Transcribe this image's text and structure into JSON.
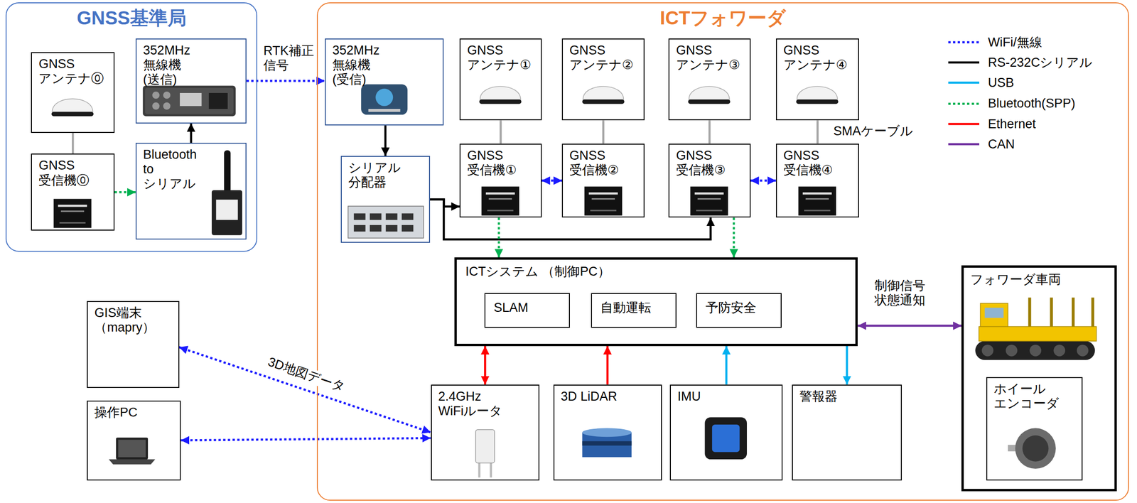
{
  "diagram": {
    "nodes": [
      {
        "text": [
          "GNSS基準局"
        ]
      },
      {
        "text": [
          "GNSS アンテナ⓪"
        ],
        "in": 0
      },
      {
        "text": [
          "352MHz 無線機(送信)"
        ],
        "in": 0
      },
      {
        "text": [
          "GNSS 受信機⓪"
        ],
        "in": 0
      },
      {
        "text": [
          "Bluetooth to シリアル"
        ],
        "in": 0
      },
      {
        "text": [
          "ICTフォワーダ"
        ]
      },
      {
        "text": [
          "352MHz 無線機(受信)"
        ],
        "in": 5
      },
      {
        "text": [
          "シリアル 分配器"
        ],
        "in": 5
      },
      {
        "text": [
          "GNSS アンテナ①"
        ],
        "in": 5
      },
      {
        "text": [
          "GNSS アンテナ②"
        ],
        "in": 5
      },
      {
        "text": [
          "GNSS アンテナ③"
        ],
        "in": 5
      },
      {
        "text": [
          "GNSS アンテナ④"
        ],
        "in": 5
      },
      {
        "text": [
          "GNSS 受信機①"
        ],
        "in": 5
      },
      {
        "text": [
          "GNSS 受信機②"
        ],
        "in": 5
      },
      {
        "text": [
          "GNSS 受信機③"
        ],
        "in": 5
      },
      {
        "text": [
          "GNSS 受信機④"
        ],
        "in": 5
      },
      {
        "text": [
          "ICTシステム （制御PC）"
        ],
        "in": 5
      },
      {
        "text": [
          "SLAM"
        ],
        "in": 16
      },
      {
        "text": [
          "自動運転"
        ],
        "in": 16
      },
      {
        "text": [
          "予防安全"
        ],
        "in": 16
      },
      {
        "text": [
          "2.4GHz WiFiルータ"
        ],
        "in": 5
      },
      {
        "text": [
          "3D LiDAR"
        ],
        "in": 5
      },
      {
        "text": [
          "IMU"
        ],
        "in": 5
      },
      {
        "text": [
          "警報器"
        ],
        "in": 5
      },
      {
        "text": [
          "フォワーダ車両"
        ],
        "in": 5
      },
      {
        "text": [
          "ホイール エンコーダ"
        ],
        "in": 24
      },
      {
        "text": [
          "GIS端末 （mapry）"
        ]
      },
      {
        "text": [
          "操作PC"
        ]
      }
    ],
    "edges": [
      {
        "from": 1,
        "to": 3,
        "arrow": "none"
      },
      {
        "from": 3,
        "to": 4,
        "arrow": "to"
      },
      {
        "from": 4,
        "to": 2,
        "arrow": "to"
      },
      {
        "from": 2,
        "to": 6,
        "arrow": "to",
        "label": "RTK補正 信号"
      },
      {
        "from": 6,
        "to": 7,
        "arrow": "to"
      },
      {
        "from": 7,
        "to": 12,
        "arrow": "to"
      },
      {
        "from": 7,
        "to": 14,
        "arrow": "to"
      },
      {
        "from": 8,
        "to": 12,
        "arrow": "none"
      },
      {
        "from": 9,
        "to": 13,
        "arrow": "none"
      },
      {
        "from": 10,
        "to": 14,
        "arrow": "none"
      },
      {
        "from": 11,
        "to": 15,
        "arrow": "none"
      },
      {
        "from": 12,
        "to": 13,
        "arrow": "both"
      },
      {
        "from": 14,
        "to": 15,
        "arrow": "both"
      },
      {
        "from": 12,
        "to": 16,
        "arrow": "to"
      },
      {
        "from": 14,
        "to": 16,
        "arrow": "to"
      },
      {
        "from": 16,
        "to": 20,
        "arrow": "both"
      },
      {
        "from": 21,
        "to": 16,
        "arrow": "to"
      },
      {
        "from": 22,
        "to": 16,
        "arrow": "to"
      },
      {
        "from": 16,
        "to": 23,
        "arrow": "to"
      },
      {
        "from": 16,
        "to": 24,
        "arrow": "both",
        "label": "制御信号 状態通知"
      },
      {
        "from": 26,
        "to": 20,
        "arrow": "both",
        "label": "3D地図データ"
      },
      {
        "from": 27,
        "to": 20,
        "arrow": "both"
      }
    ],
    "labels": [
      "SMAケーブル"
    ],
    "legend": [
      {
        "text": "WiFi/無線"
      },
      {
        "text": "RS-232Cシリアル"
      },
      {
        "text": "USB"
      },
      {
        "text": "Bluetooth(SPP)"
      },
      {
        "text": "Ethernet"
      },
      {
        "text": "CAN"
      }
    ]
  }
}
